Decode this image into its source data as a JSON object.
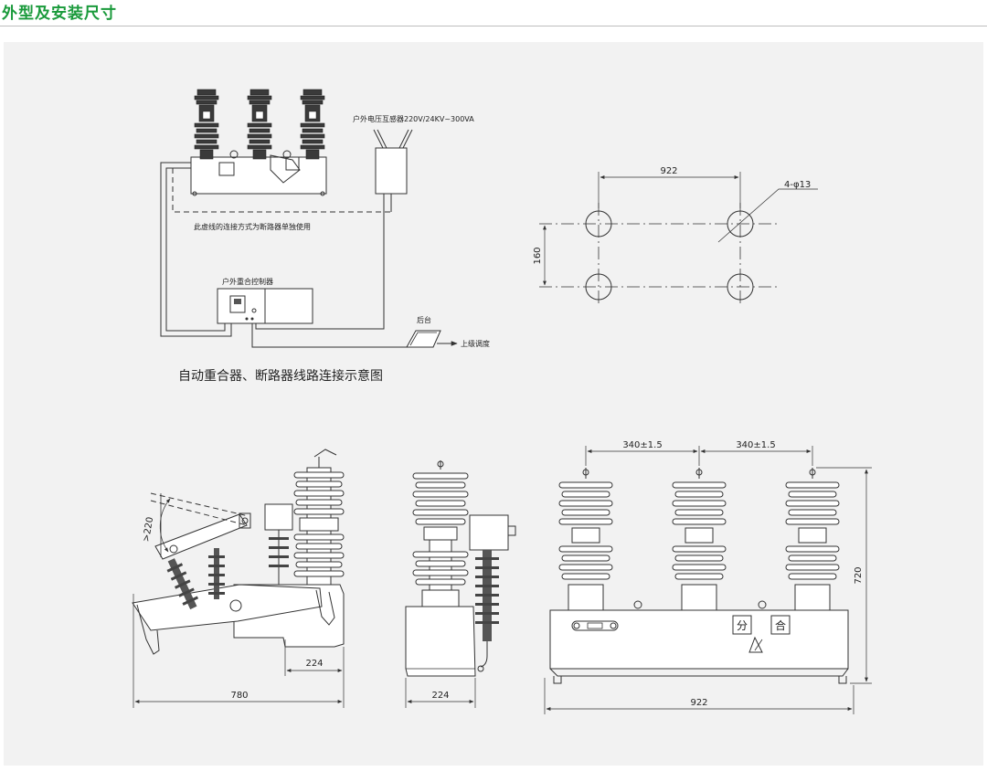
{
  "header": {
    "title": "外型及安装尺寸"
  },
  "wiring": {
    "pt_label": "户外电压互感器220V/24KV~300VA",
    "dashed_note": "此虚线的连接方式为断路器单独使用",
    "controller_label": "户外重合控制器",
    "backstage_label": "后台",
    "upper_dispatch_label": "上级调度",
    "caption": "自动重合器、断路器线路连接示意图"
  },
  "hole_pattern": {
    "width_dim": "922",
    "height_dim": "160",
    "hole_callout": "4-φ13"
  },
  "side_view": {
    "angle_dim": ">220",
    "base_dim": "224",
    "overall_dim": "780"
  },
  "end_view": {
    "base_dim": "224"
  },
  "front_view": {
    "pitch_left": "340±1.5",
    "pitch_right": "340±1.5",
    "height_dim": "720",
    "width_dim": "922",
    "open_label": "分",
    "close_label": "合"
  }
}
